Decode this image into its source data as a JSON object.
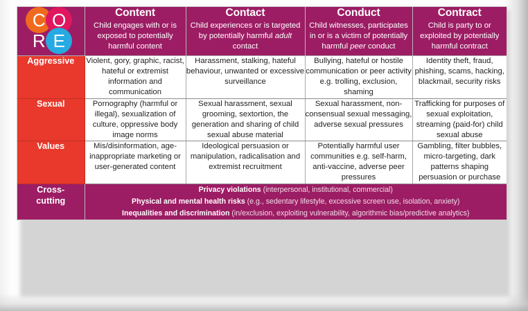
{
  "logo": {
    "name": "core-logo",
    "letters": [
      "C",
      "O",
      "R",
      "E"
    ],
    "colors": {
      "c_circle": "#ef6a1e",
      "o_circle": "#e0165f",
      "e_circle": "#26aae1",
      "letter": "#ffffff"
    }
  },
  "theme": {
    "header_magenta": "#9c1d64",
    "row_label_red": "#e8392c",
    "cell_background": "#ffffff",
    "body_text": "#222222"
  },
  "columns": [
    {
      "key": "content",
      "title": "Content",
      "subtitle_pre": "Child engages with or is exposed to potentially harmful content",
      "subtitle_em": "",
      "subtitle_post": ""
    },
    {
      "key": "contact",
      "title": "Contact",
      "subtitle_pre": "Child experiences or is targeted by potentially harmful ",
      "subtitle_em": "adult",
      "subtitle_post": " contact"
    },
    {
      "key": "conduct",
      "title": "Conduct",
      "subtitle_pre": "Child witnesses, participates in or is a victim of potentially harmful ",
      "subtitle_em": "peer",
      "subtitle_post": " conduct"
    },
    {
      "key": "contract",
      "title": "Contract",
      "subtitle_pre": "Child is party to or exploited by potentially harmful contract",
      "subtitle_em": "",
      "subtitle_post": ""
    }
  ],
  "rows": [
    {
      "label": "Aggressive",
      "cells": [
        "Violent, gory, graphic, racist, hateful or extremist information and communication",
        "Harassment, stalking, hateful behaviour, unwanted or excessive surveillance",
        "Bullying, hateful or hostile communication or peer activity e.g. trolling, exclusion, shaming",
        "Identity theft, fraud, phishing, scams, hacking, blackmail, security risks"
      ]
    },
    {
      "label": "Sexual",
      "cells": [
        "Pornography (harmful or illegal), sexualization of culture, oppressive body image norms",
        "Sexual harassment, sexual grooming, sextortion, the generation and sharing of child sexual abuse material",
        "Sexual harassment, non-consensual sexual messaging, adverse sexual pressures",
        "Trafficking for purposes of sexual exploitation, streaming (paid-for) child sexual abuse"
      ]
    },
    {
      "label": "Values",
      "cells": [
        "Mis/disinformation, age-inappropriate marketing or user-generated content",
        "Ideological persuasion or manipulation, radicalisation and extremist recruitment",
        "Potentially harmful user communities e.g. self-harm, anti-vaccine, adverse peer pressures",
        "Gambling, filter bubbles, micro-targeting, dark patterns shaping persuasion or purchase"
      ]
    }
  ],
  "cross_cutting": {
    "label": "Cross-cutting",
    "label_line1": "Cross-",
    "label_line2": "cutting",
    "lines": [
      {
        "bold": "Privacy violations",
        "rest": " (interpersonal, institutional, commercial)"
      },
      {
        "bold": "Physical and mental health risks",
        "rest": " (e.g., sedentary lifestyle, excessive screen use, isolation, anxiety)"
      },
      {
        "bold": "Inequalities and discrimination",
        "rest": " (in/exclusion, exploiting vulnerability, algorithmic bias/predictive analytics)"
      }
    ]
  }
}
